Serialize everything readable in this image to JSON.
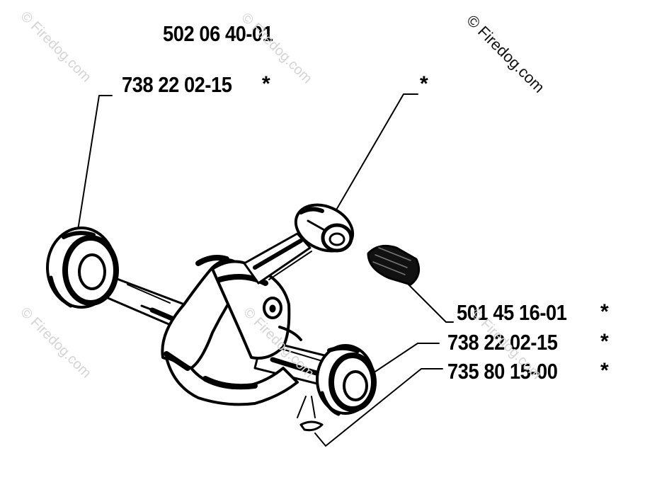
{
  "diagram": {
    "assembly_number": "502 06 40-01",
    "callouts": [
      {
        "id": "left-bearing",
        "part_number": "738 22 02-15",
        "marker": "*"
      },
      {
        "id": "needle-bearing",
        "part_number": "",
        "marker": "*"
      },
      {
        "id": "piston-pin",
        "part_number": "501 45 16-01",
        "marker": "*"
      },
      {
        "id": "right-bearing",
        "part_number": "738 22 02-15",
        "marker": "*"
      },
      {
        "id": "woodruff-key",
        "part_number": "735 80 15-00",
        "marker": "*"
      }
    ]
  },
  "watermark": {
    "text": "© Firedog.com"
  },
  "colors": {
    "ink": "#000000",
    "background": "#ffffff",
    "watermark_faint": "#d4d4d4"
  }
}
